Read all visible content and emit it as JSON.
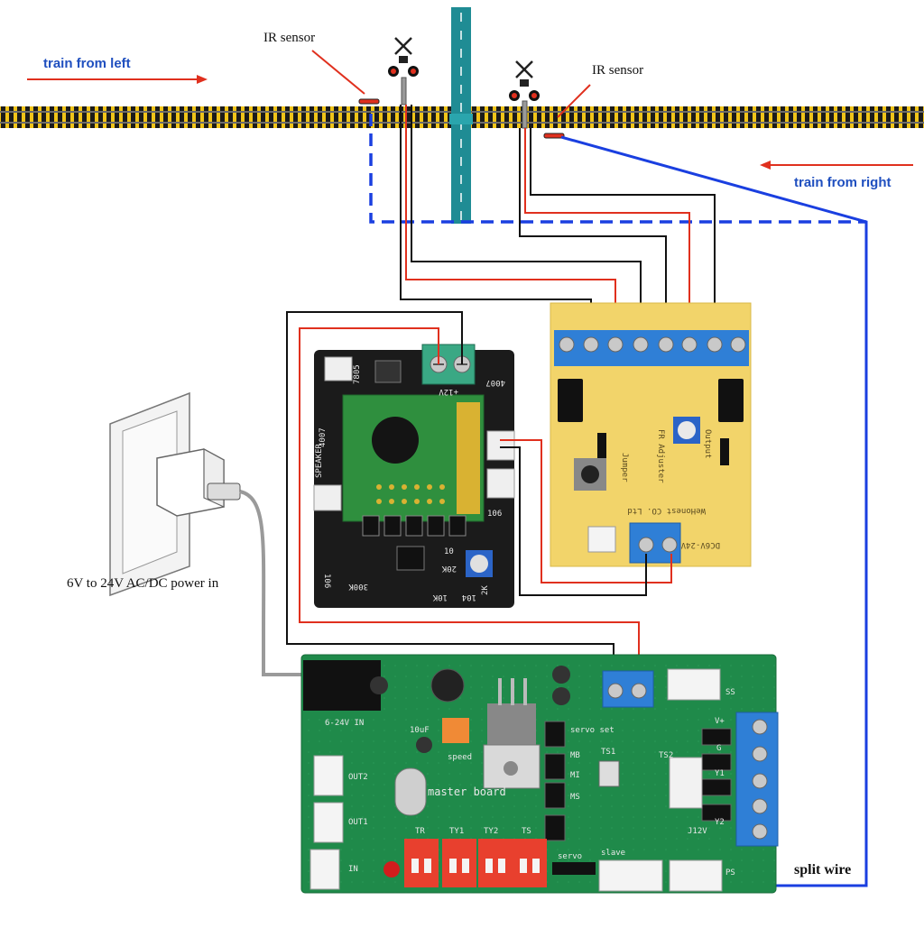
{
  "labels": {
    "ir_sensor_left": "IR sensor",
    "ir_sensor_right": "IR sensor",
    "train_from_left": "train from left",
    "train_from_right": "train from right",
    "power_in": "6V to 24V AC/DC power in",
    "split_wire": "split wire"
  },
  "boards": {
    "sound_board": {
      "silk": [
        "7805",
        "+12V",
        "4007",
        "4007",
        "SPEAKER",
        "106",
        "300K",
        "10K",
        "104",
        "2K",
        "106",
        "20K",
        "10"
      ]
    },
    "ir_board": {
      "silk": [
        "FR Adjuster",
        "Output",
        "Jumper",
        "WeHonest CO. Ltd",
        "DC6V-24V"
      ]
    },
    "master_board": {
      "silk": [
        "6-24V IN",
        "10uF",
        "speed",
        "servo set",
        "MB",
        "MI",
        "MS",
        "master board",
        "OUT2",
        "OUT1",
        "IN",
        "TR",
        "TY1",
        "TY2",
        "TS",
        "servo",
        "slave",
        "SS",
        "PS",
        "TS1",
        "TS2",
        "J12V",
        "V+",
        "G",
        "Y1",
        "Y2"
      ],
      "dip_groups": [
        "TR",
        "TY1",
        "TY2",
        "TS"
      ]
    }
  },
  "colors": {
    "sky_line_blue": "#1a3fe0",
    "red_wire": "#e0301e",
    "black_wire": "#111111",
    "pcb_green": "#1f8a4a",
    "pcb_dark": "#1b1b1b",
    "pcb_yellow": "#f2d46a",
    "terminal_blue": "#2f7fd6",
    "road_teal": "#1f8c94"
  }
}
